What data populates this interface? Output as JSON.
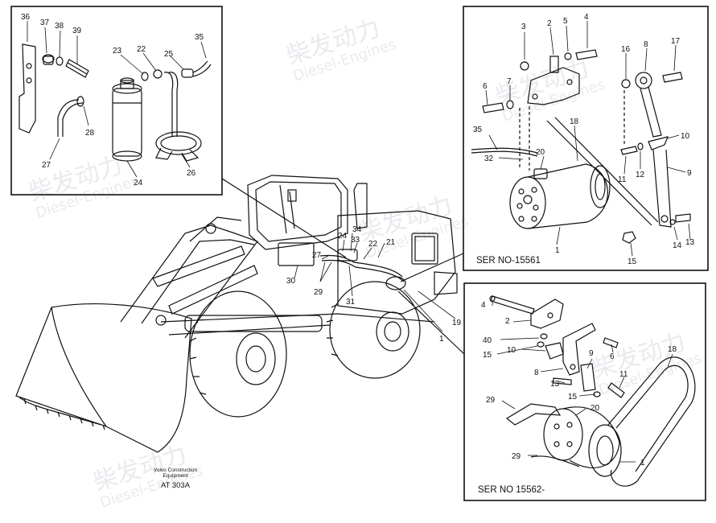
{
  "panels": {
    "top_left": {
      "labels": [
        "36",
        "37",
        "38",
        "39",
        "23",
        "22",
        "25",
        "35",
        "28",
        "27",
        "24",
        "26"
      ]
    },
    "top_right": {
      "labels": [
        "3",
        "2",
        "5",
        "4",
        "6",
        "7",
        "16",
        "8",
        "17",
        "18",
        "35",
        "32",
        "20",
        "10",
        "11",
        "12",
        "9",
        "14",
        "13",
        "1",
        "15"
      ],
      "ser": "SER NO-15561"
    },
    "bottom_right": {
      "labels": [
        "4",
        "2",
        "40",
        "15",
        "10",
        "8",
        "9",
        "6",
        "13",
        "15",
        "11",
        "18",
        "29",
        "20",
        "29",
        "1"
      ],
      "ser": "SER NO 15562-"
    }
  },
  "main_labels": [
    "24",
    "34",
    "33",
    "21",
    "22",
    "27",
    "30",
    "29",
    "31",
    "19",
    "1"
  ],
  "footer": {
    "line1": "Volvo Construction",
    "line2": "Equipment",
    "code": "AT 303A"
  },
  "watermark": {
    "cn": "柴发动力",
    "en": "Diesel-Engines"
  }
}
